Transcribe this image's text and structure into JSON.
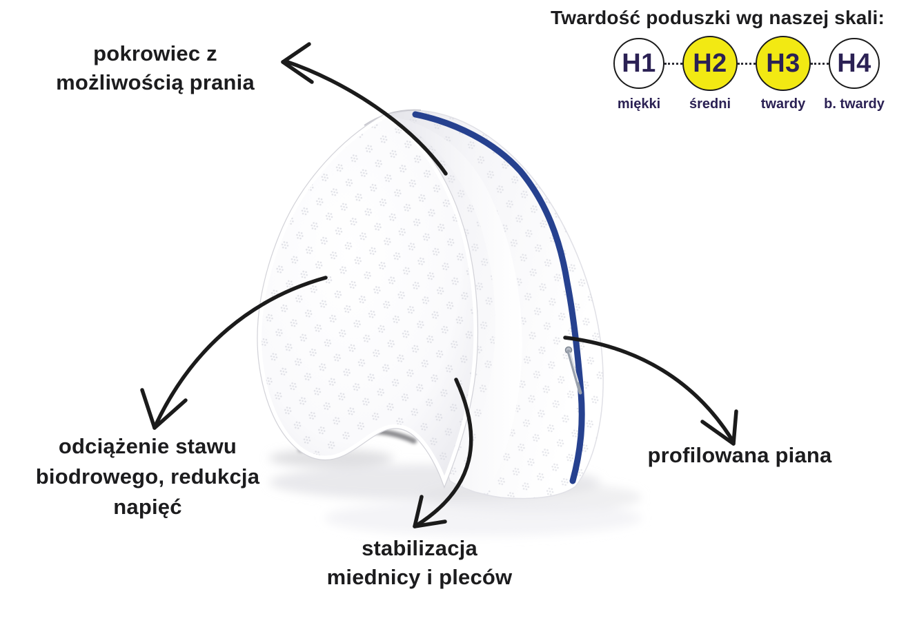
{
  "colors": {
    "background": "#ffffff",
    "text_dark": "#1c1c1e",
    "navy_label": "#2b2154",
    "scale_yellow": "#f2e913",
    "circle_border": "#1a1a1a",
    "zipper_navy": "#26418f",
    "arrow_black": "#1b1b1b"
  },
  "hardness_scale": {
    "title": "Twardość poduszki wg naszej skali:",
    "levels": [
      {
        "code": "H1",
        "label": "miękki",
        "highlighted": false
      },
      {
        "code": "H2",
        "label": "średni",
        "highlighted": true
      },
      {
        "code": "H3",
        "label": "twardy",
        "highlighted": true
      },
      {
        "code": "H4",
        "label": "b. twardy",
        "highlighted": false
      }
    ]
  },
  "annotations": {
    "washable_cover": {
      "lines": [
        "pokrowiec z",
        "możliwością prania"
      ]
    },
    "hip_relief": {
      "lines": [
        "odciążenie stawu",
        "biodrowego, redukcja",
        "napięć"
      ]
    },
    "pelvis_stabilization": {
      "lines": [
        "stabilizacja",
        "miednicy i pleców"
      ]
    },
    "profiled_foam": {
      "lines": [
        "profilowana piana"
      ]
    }
  }
}
